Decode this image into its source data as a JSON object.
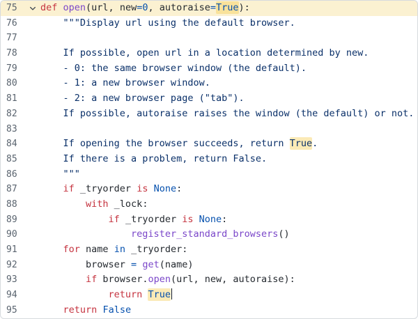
{
  "editor": {
    "language": "python",
    "highlighted_word": "True",
    "colors": {
      "background": "#ffffff",
      "border": "#d6dade",
      "line_highlight": "#fbf1d1",
      "word_highlight": "#f7dd8f",
      "keyword": "#c5333f",
      "constant": "#0550ae",
      "string": "#0a3069",
      "function": "#7a46c9",
      "default_text": "#24292f",
      "line_number": "#59636e"
    },
    "fold_icon": "chevron-down-icon",
    "lines": [
      {
        "n": "75",
        "fold": true,
        "highlighted": true,
        "tokens": [
          {
            "c": "k",
            "t": "def"
          },
          {
            "c": "d",
            "t": " "
          },
          {
            "c": "f",
            "t": "open"
          },
          {
            "c": "d",
            "t": "(url, new"
          },
          {
            "c": "c",
            "t": "="
          },
          {
            "c": "c",
            "t": "0"
          },
          {
            "c": "d",
            "t": ", autoraise"
          },
          {
            "c": "c",
            "t": "="
          },
          {
            "c": "c",
            "t": "True",
            "h": true
          },
          {
            "c": "d",
            "t": "):"
          }
        ]
      },
      {
        "n": "76",
        "tokens": [
          {
            "c": "s",
            "t": "    \"\"\"Display url using the default browser."
          }
        ]
      },
      {
        "n": "77",
        "tokens": []
      },
      {
        "n": "78",
        "tokens": [
          {
            "c": "s",
            "t": "    If possible, open url in a location determined by new."
          }
        ]
      },
      {
        "n": "79",
        "tokens": [
          {
            "c": "s",
            "t": "    - 0: the same browser window (the default)."
          }
        ]
      },
      {
        "n": "80",
        "tokens": [
          {
            "c": "s",
            "t": "    - 1: a new browser window."
          }
        ]
      },
      {
        "n": "81",
        "tokens": [
          {
            "c": "s",
            "t": "    - 2: a new browser page (\"tab\")."
          }
        ]
      },
      {
        "n": "82",
        "tokens": [
          {
            "c": "s",
            "t": "    If possible, autoraise raises the window (the default) or not."
          }
        ]
      },
      {
        "n": "83",
        "tokens": []
      },
      {
        "n": "84",
        "tokens": [
          {
            "c": "s",
            "t": "    If opening the browser succeeds, return "
          },
          {
            "c": "s",
            "t": "True",
            "h": true
          },
          {
            "c": "s",
            "t": "."
          }
        ]
      },
      {
        "n": "85",
        "tokens": [
          {
            "c": "s",
            "t": "    If there is a problem, return False."
          }
        ]
      },
      {
        "n": "86",
        "tokens": [
          {
            "c": "s",
            "t": "    \"\"\""
          }
        ]
      },
      {
        "n": "87",
        "tokens": [
          {
            "c": "d",
            "t": "    "
          },
          {
            "c": "k",
            "t": "if"
          },
          {
            "c": "d",
            "t": " _tryorder "
          },
          {
            "c": "k",
            "t": "is"
          },
          {
            "c": "d",
            "t": " "
          },
          {
            "c": "c",
            "t": "None"
          },
          {
            "c": "d",
            "t": ":"
          }
        ]
      },
      {
        "n": "88",
        "tokens": [
          {
            "c": "d",
            "t": "        "
          },
          {
            "c": "k",
            "t": "with"
          },
          {
            "c": "d",
            "t": " _lock:"
          }
        ]
      },
      {
        "n": "89",
        "tokens": [
          {
            "c": "d",
            "t": "            "
          },
          {
            "c": "k",
            "t": "if"
          },
          {
            "c": "d",
            "t": " _tryorder "
          },
          {
            "c": "k",
            "t": "is"
          },
          {
            "c": "d",
            "t": " "
          },
          {
            "c": "c",
            "t": "None"
          },
          {
            "c": "d",
            "t": ":"
          }
        ]
      },
      {
        "n": "90",
        "tokens": [
          {
            "c": "d",
            "t": "                "
          },
          {
            "c": "f",
            "t": "register_standard_browsers"
          },
          {
            "c": "d",
            "t": "()"
          }
        ]
      },
      {
        "n": "91",
        "tokens": [
          {
            "c": "d",
            "t": "    "
          },
          {
            "c": "k",
            "t": "for"
          },
          {
            "c": "d",
            "t": " name "
          },
          {
            "c": "c",
            "t": "in"
          },
          {
            "c": "d",
            "t": " _tryorder:"
          }
        ]
      },
      {
        "n": "92",
        "tokens": [
          {
            "c": "d",
            "t": "        browser "
          },
          {
            "c": "c",
            "t": "="
          },
          {
            "c": "d",
            "t": " "
          },
          {
            "c": "f",
            "t": "get"
          },
          {
            "c": "d",
            "t": "(name)"
          }
        ]
      },
      {
        "n": "93",
        "tokens": [
          {
            "c": "d",
            "t": "        "
          },
          {
            "c": "k",
            "t": "if"
          },
          {
            "c": "d",
            "t": " browser."
          },
          {
            "c": "f",
            "t": "open"
          },
          {
            "c": "d",
            "t": "(url, new, autoraise):"
          }
        ]
      },
      {
        "n": "94",
        "tokens": [
          {
            "c": "d",
            "t": "            "
          },
          {
            "c": "k",
            "t": "return"
          },
          {
            "c": "d",
            "t": " "
          },
          {
            "c": "c",
            "t": "True",
            "h": true,
            "caret": true
          }
        ]
      },
      {
        "n": "95",
        "tokens": [
          {
            "c": "d",
            "t": "    "
          },
          {
            "c": "k",
            "t": "return"
          },
          {
            "c": "d",
            "t": " "
          },
          {
            "c": "c",
            "t": "False"
          }
        ]
      }
    ]
  }
}
